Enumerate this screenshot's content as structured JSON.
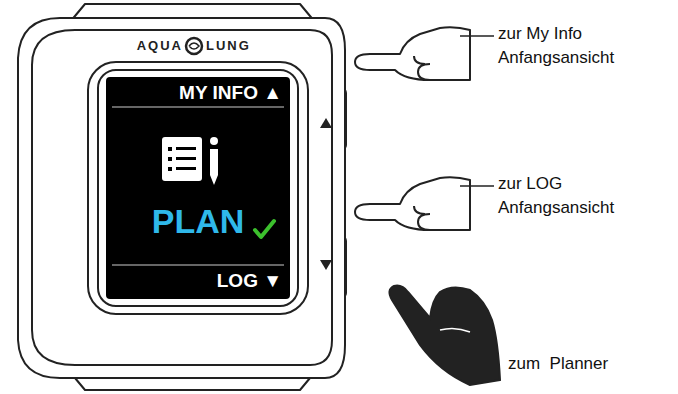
{
  "diagram": {
    "nodes": [
      {
        "text": [
          "MY INFO ▲",
          "PLAN",
          "LOG ▼"
        ]
      }
    ],
    "labels": [
      "AQUA",
      "LUNG",
      "zur My Info Anfangsansicht",
      "zur LOG Anfangsansicht",
      "zum  Planner"
    ]
  }
}
